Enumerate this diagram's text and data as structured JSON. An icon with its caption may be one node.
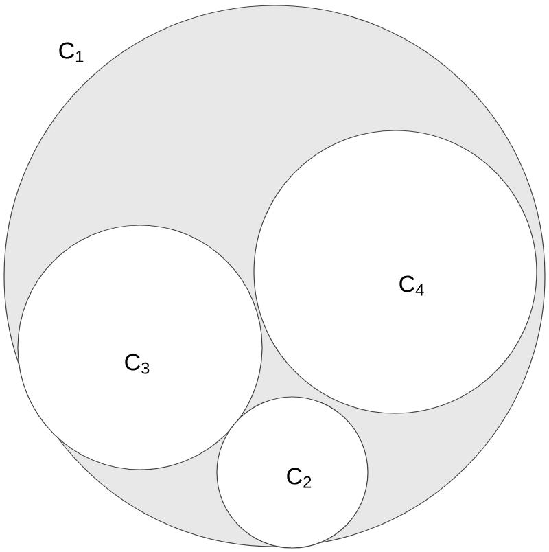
{
  "diagram": {
    "nodes": [
      {
        "text": [
          "C$_{1}$"
        ]
      },
      {
        "text": [
          "C$_{4}$"
        ],
        "in": 0
      },
      {
        "text": [
          "C$_{3}$"
        ],
        "in": 0
      },
      {
        "text": [
          "C$_{2}$"
        ],
        "in": 0
      }
    ]
  }
}
